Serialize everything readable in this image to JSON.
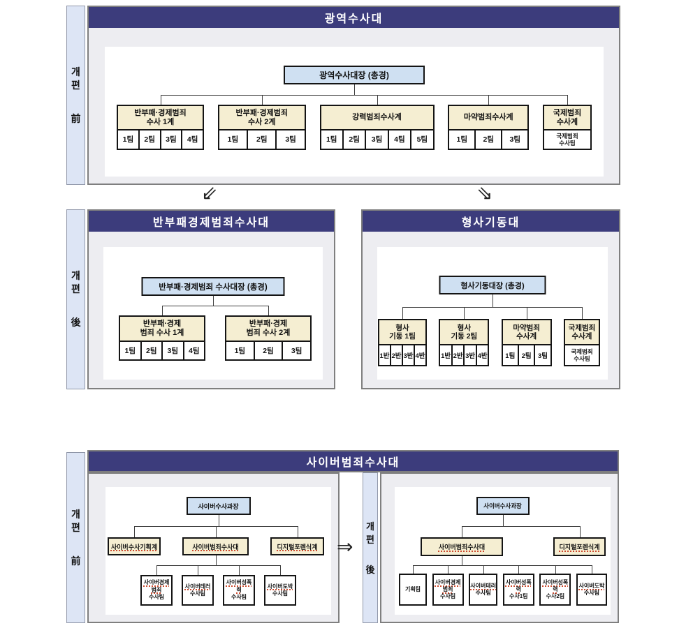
{
  "colors": {
    "title_bar": "#3c3c7c",
    "title_text": "#ffffff",
    "sidebar_bg": "#dde5f5",
    "panel_bg": "#ededf1",
    "head_box_bg": "#cfe0f2",
    "dept_box_bg": "#f5eed2",
    "team_box_bg": "#ffffff",
    "box_border": "#141414",
    "panel_border": "#7f7f7f",
    "connector": "#3d3d3d",
    "squiggle": "#cc4a2e"
  },
  "arrows": {
    "top_left": "⇙",
    "top_right": "⇘",
    "bottom": "⇒"
  },
  "sidebars": {
    "before": [
      "개",
      "편",
      "前"
    ],
    "after": [
      "개",
      "편",
      "後"
    ]
  },
  "panels": {
    "metro": {
      "title": "광역수사대",
      "chart": {
        "head": "광역수사대장 (총경)",
        "groups": [
          {
            "label": "반부패·경제범죄\n수사 1계",
            "teams": [
              "1팀",
              "2팀",
              "3팀",
              "4팀"
            ]
          },
          {
            "label": "반부패·경제범죄\n수사 2계",
            "teams": [
              "1팀",
              "2팀",
              "3팀"
            ]
          },
          {
            "label": "강력범죄수사계",
            "teams": [
              "1팀",
              "2팀",
              "3팀",
              "4팀",
              "5팀"
            ]
          },
          {
            "label": "마약범죄수사계",
            "teams": [
              "1팀",
              "2팀",
              "3팀"
            ]
          },
          {
            "label": "국제범죄\n수사계",
            "teams": [
              "국제범죄\n수사팀"
            ]
          }
        ]
      }
    },
    "anticorruption": {
      "title": "반부패경제범죄수사대",
      "chart": {
        "head": "반부패·경제범죄 수사대장 (총경)",
        "groups": [
          {
            "label": "반부패·경제\n범죄 수사 1계",
            "teams": [
              "1팀",
              "2팀",
              "3팀",
              "4팀"
            ]
          },
          {
            "label": "반부패·경제\n범죄 수사 2계",
            "teams": [
              "1팀",
              "2팀",
              "3팀"
            ]
          }
        ]
      }
    },
    "mobile": {
      "title": "형사기동대",
      "chart": {
        "head": "형사기동대장 (총경)",
        "groups": [
          {
            "label": "형사\n기동 1팀",
            "teams": [
              "1반",
              "2반",
              "3반",
              "4반"
            ]
          },
          {
            "label": "형사\n기동 2팀",
            "teams": [
              "1반",
              "2반",
              "3반",
              "4반"
            ]
          },
          {
            "label": "마약범죄\n수사계",
            "teams": [
              "1팀",
              "2팀",
              "3팀"
            ]
          },
          {
            "label": "국제범죄\n수사계",
            "teams": [
              "국제범죄\n수사팀"
            ]
          }
        ]
      }
    },
    "cyber": {
      "title": "사이버범죄수사대",
      "before": {
        "head": "사이버수사과장",
        "children": [
          {
            "label": "사이버수사기획계",
            "sq": [
              0
            ]
          },
          {
            "label": "사이버범죄수사대",
            "sq": [
              0
            ],
            "children": [
              {
                "label": "사이버경제범죄\n수사팀",
                "sq": [
                  0
                ]
              },
              {
                "label": "사이버테러\n수사팀",
                "sq": [
                  0
                ]
              },
              {
                "label": "사이버성폭력\n수사팀",
                "sq": [
                  0
                ]
              },
              {
                "label": "사이버도박\n수사팀",
                "sq": [
                  0
                ]
              }
            ]
          },
          {
            "label": "디지털포렌식계",
            "sq": [
              0
            ]
          }
        ]
      },
      "after": {
        "head": "사이버수사과장",
        "children": [
          {
            "label": "사이버범죄수사대",
            "sq": [
              0
            ],
            "children": [
              {
                "label": "기획팀"
              },
              {
                "label": "사이버경제범죄\n수사팀",
                "sq": [
                  0
                ]
              },
              {
                "label": "사이버테러\n수사팀",
                "sq": [
                  0
                ]
              },
              {
                "label": "사이버성폭력\n수사1팀",
                "sq": [
                  0
                ]
              },
              {
                "label": "사이버성폭력\n수사2팀",
                "sq": [
                  0
                ]
              },
              {
                "label": "사이버도박\n수사팀",
                "sq": [
                  0
                ]
              }
            ]
          },
          {
            "label": "디지털포렌식계",
            "sq": [
              0
            ]
          }
        ]
      }
    }
  }
}
